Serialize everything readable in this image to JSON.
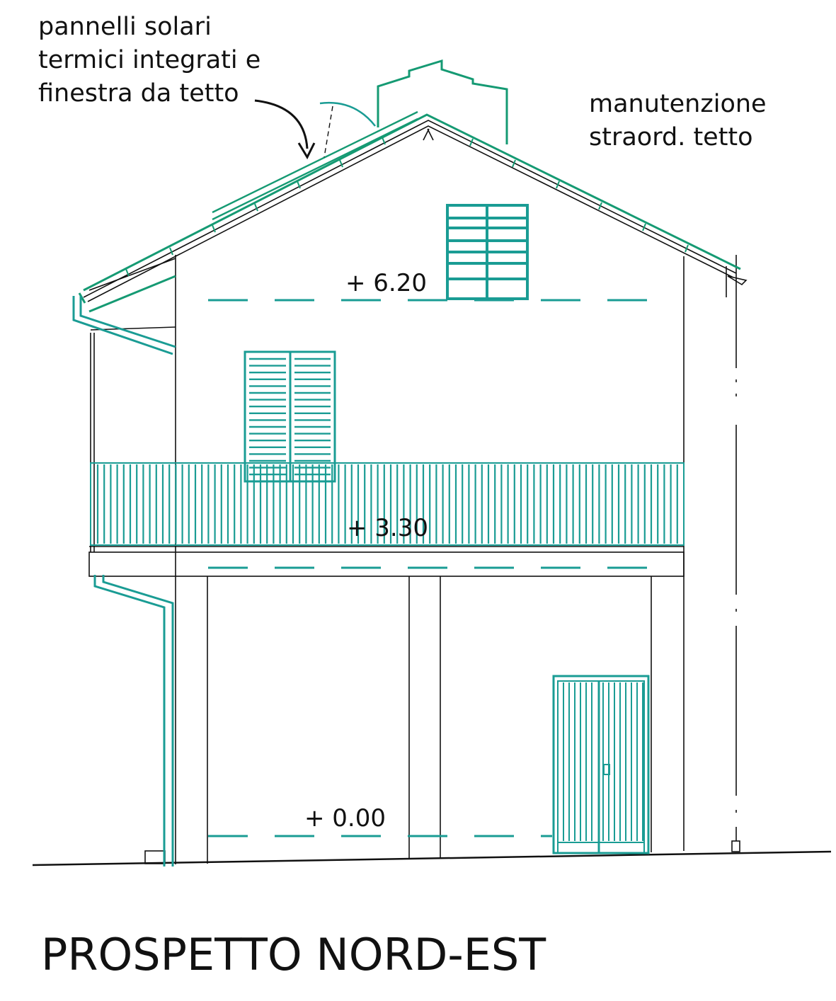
{
  "notes": {
    "solar_panels": [
      "pannelli solari",
      "termici integrati e",
      "finestra da tetto"
    ],
    "roof_maintenance": [
      "manutenzione",
      "straord. tetto"
    ]
  },
  "levels": {
    "top": "+ 6.20",
    "middle": "+ 3.30",
    "ground": "+ 0.00"
  },
  "title": "PROSPETTO NORD-EST",
  "colors": {
    "line": "#111111",
    "teal": "#1a9c94",
    "green": "#159a73"
  }
}
